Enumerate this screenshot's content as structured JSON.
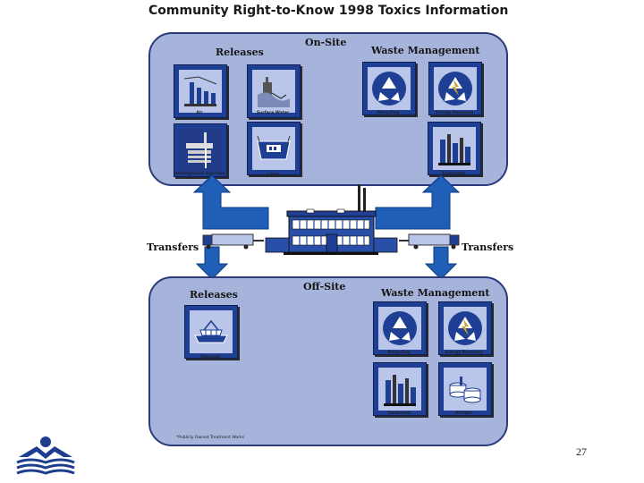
{
  "title": "Community Right-to-Know 1998 Toxics Information",
  "onsite": {
    "label": "On-Site",
    "releases_title": "Releases",
    "waste_title": "Waste Management",
    "tiles": {
      "air": "Air",
      "surface_water": "Surface Water",
      "underground_injection": "Underground Injection",
      "land": "Land",
      "recycling": "Recycling",
      "energy_recovery": "Energy Recovery",
      "treatment": "Treatment"
    }
  },
  "offsite": {
    "label": "Off-Site",
    "releases_title": "Releases",
    "waste_title": "Waste Management",
    "tiles": {
      "disposal": "Disposal",
      "recycling": "Recycling",
      "energy_recovery": "Energy Recovery",
      "treatment": "Treatment",
      "potw": "POTWs*"
    }
  },
  "transfers_left": "Transfers",
  "transfers_right": "Transfers",
  "footnote": "*Publicly Owned Treatment Works",
  "page_number": "27",
  "colors": {
    "panel": "#a6b4dc",
    "panel_border": "#2b3a7a",
    "tile": "#1e3f94",
    "arrow": "#1f5fb8",
    "logo": "#1d3e8f"
  },
  "icons": [
    "factory-icon",
    "truck-icon",
    "recycle-icon",
    "energy-recovery-icon",
    "treatment-plant-icon",
    "disposal-icon",
    "potw-tanks-icon",
    "land-icon",
    "air-stacks-icon",
    "surface-water-icon",
    "underground-injection-icon",
    "logo-icon"
  ]
}
